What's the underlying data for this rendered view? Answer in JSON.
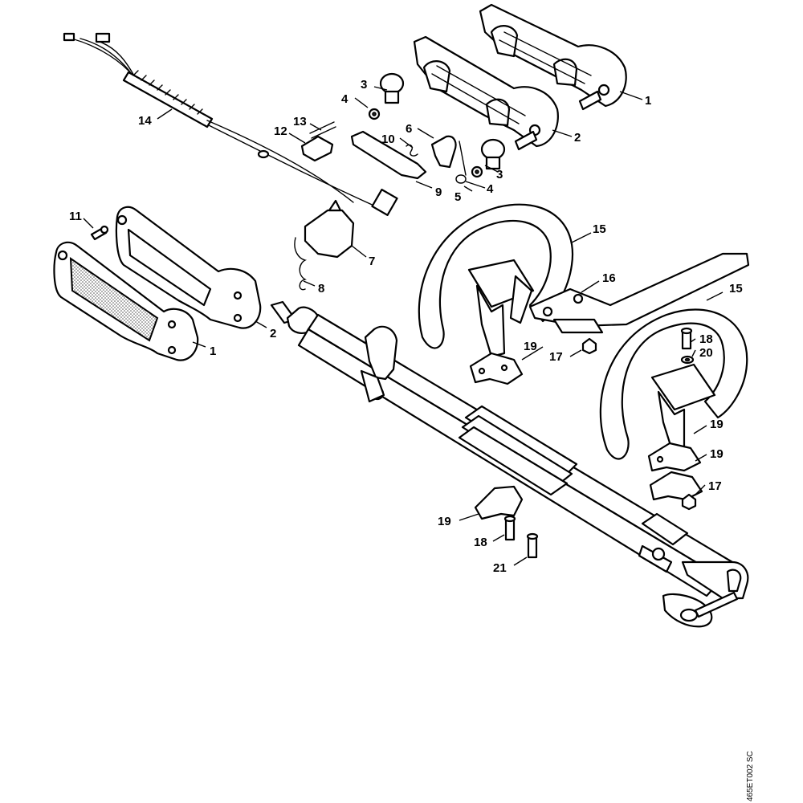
{
  "diagram": {
    "drawing_code": "465ET002 SC",
    "callouts": [
      {
        "id": "c1a",
        "label": "1"
      },
      {
        "id": "c1b",
        "label": "1"
      },
      {
        "id": "c2a",
        "label": "2"
      },
      {
        "id": "c2b",
        "label": "2"
      },
      {
        "id": "c3a",
        "label": "3"
      },
      {
        "id": "c3b",
        "label": "3"
      },
      {
        "id": "c4a",
        "label": "4"
      },
      {
        "id": "c4b",
        "label": "4"
      },
      {
        "id": "c5",
        "label": "5"
      },
      {
        "id": "c6",
        "label": "6"
      },
      {
        "id": "c7",
        "label": "7"
      },
      {
        "id": "c8",
        "label": "8"
      },
      {
        "id": "c9",
        "label": "9"
      },
      {
        "id": "c10",
        "label": "10"
      },
      {
        "id": "c11",
        "label": "11"
      },
      {
        "id": "c12",
        "label": "12"
      },
      {
        "id": "c13",
        "label": "13"
      },
      {
        "id": "c14",
        "label": "14"
      },
      {
        "id": "c15a",
        "label": "15"
      },
      {
        "id": "c15b",
        "label": "15"
      },
      {
        "id": "c16",
        "label": "16"
      },
      {
        "id": "c17a",
        "label": "17"
      },
      {
        "id": "c17b",
        "label": "17"
      },
      {
        "id": "c18a",
        "label": "18"
      },
      {
        "id": "c18b",
        "label": "18"
      },
      {
        "id": "c19a",
        "label": "19"
      },
      {
        "id": "c19b",
        "label": "19"
      },
      {
        "id": "c19c",
        "label": "19"
      },
      {
        "id": "c19d",
        "label": "19"
      },
      {
        "id": "c20",
        "label": "20"
      },
      {
        "id": "c21",
        "label": "21"
      }
    ]
  }
}
